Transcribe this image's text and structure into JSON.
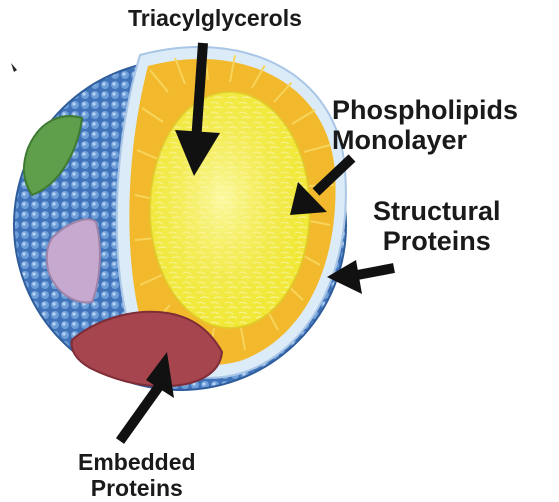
{
  "labels": {
    "triacylglycerols": "Triacylglycerols",
    "phospholipids_line1": "Phospholipids",
    "phospholipids_line2": "Monolayer",
    "structural_line1": "Structural",
    "structural_line2": "Proteins",
    "embedded_line1": "Embedded",
    "embedded_line2": "Proteins"
  },
  "colors": {
    "outer_shell": "#4b7fc6",
    "phospholipid_heads": "#e8f1fa",
    "tail_layer": "#f2b92c",
    "core": "#f4ee3c",
    "embedded_protein": "#a7454f",
    "green_protein": "#5f9e4a",
    "lavender_protein": "#c7a9cf",
    "arrow": "#111111"
  }
}
